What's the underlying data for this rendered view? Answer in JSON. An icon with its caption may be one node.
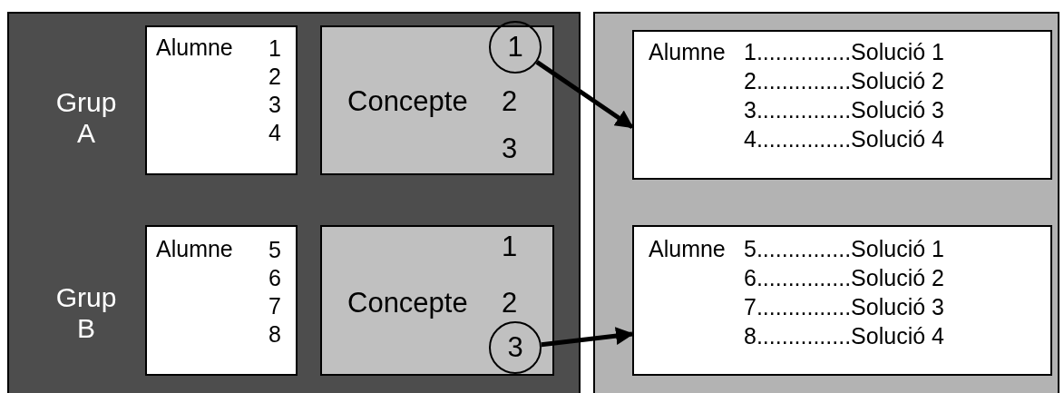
{
  "diagram": {
    "nodes": [
      {
        "text": [],
        "shape": "box"
      },
      {
        "text": [
          "Alumne",
          "1 2 3 4"
        ],
        "in": 0
      },
      {
        "text": [
          "Concepte",
          "2",
          "3"
        ],
        "in": 0
      },
      {
        "text": [
          "1"
        ],
        "in": 2
      },
      {
        "text": [],
        "shape": "box"
      },
      {
        "text": [
          "Alumne",
          "1...............Solució 1",
          "2...............Solució 2",
          "3...............Solució 3",
          "4...............Solució 4"
        ],
        "in": 4
      },
      {
        "text": [
          "Alumne",
          "5 6 7 8"
        ],
        "in": 0
      },
      {
        "text": [
          "1",
          "Concepte",
          "2"
        ],
        "in": 0
      },
      {
        "text": [
          "3"
        ],
        "in": 7
      },
      {
        "text": [
          "Alumne",
          "5...............Solució 1",
          "6...............Solució 2",
          "7...............Solució 3",
          "8...............Solució 4"
        ],
        "in": 4
      }
    ],
    "edges": [
      {
        "from": 3,
        "to": 5,
        "arrow": "to"
      },
      {
        "from": 8,
        "to": 9,
        "arrow": "to"
      }
    ],
    "labels": [
      "Grup A",
      "Grup B"
    ]
  }
}
